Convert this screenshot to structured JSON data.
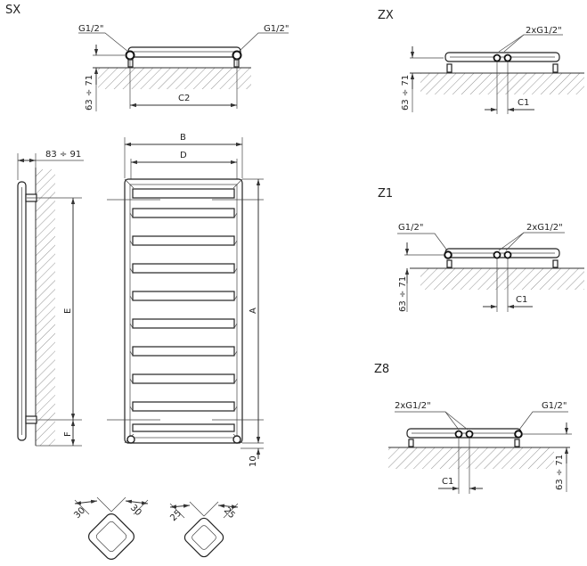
{
  "sections": {
    "sx": "SX",
    "zx": "ZX",
    "z1": "Z1",
    "z8": "Z8"
  },
  "labels": {
    "sx_left_thread": "G1/2\"",
    "sx_right_thread": "G1/2\"",
    "sx_height": "63 ÷ 71",
    "sx_c2": "C2",
    "zx_thread": "2xG1/2\"",
    "zx_height": "63 ÷ 71",
    "zx_c1": "C1",
    "z1_left_thread": "G1/2\"",
    "z1_right_thread": "2xG1/2\"",
    "z1_height": "63 ÷ 71",
    "z1_c1": "C1",
    "z8_left_thread": "2xG1/2\"",
    "z8_right_thread": "G1/2\"",
    "z8_height": "63 ÷ 71",
    "z8_c1": "C1",
    "side_depth": "83 ÷ 91",
    "side_e": "E",
    "side_f": "F",
    "front_b": "B",
    "front_d": "D",
    "front_a": "A",
    "front_10": "10",
    "prof30_a": "30",
    "prof30_b": "30",
    "prof25_a": "25",
    "prof25_b": "25"
  }
}
